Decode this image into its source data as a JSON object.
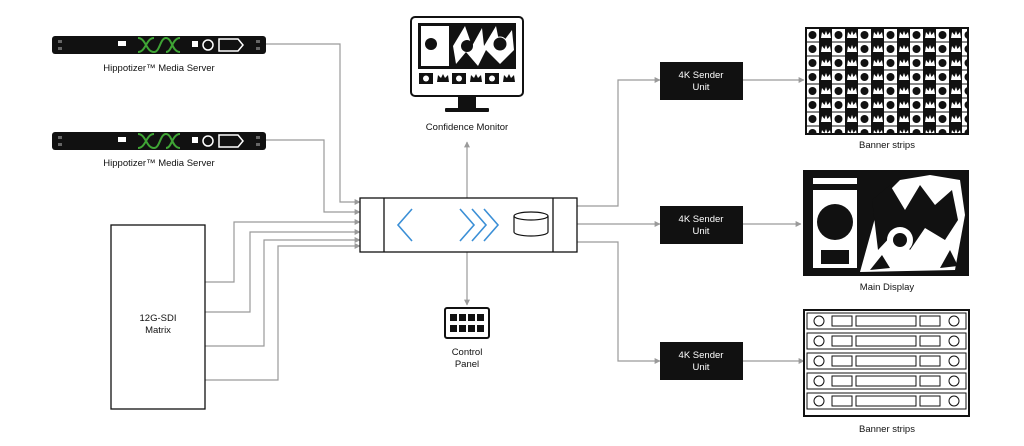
{
  "media_servers": [
    {
      "label": "Hippotizer™ Media Server"
    },
    {
      "label": "Hippotizer™ Media Server"
    }
  ],
  "matrix": {
    "label_line1": "12G-SDI",
    "label_line2": "Matrix"
  },
  "confidence_monitor": {
    "label": "Confidence Monitor"
  },
  "control_panel": {
    "label_line1": "Control",
    "label_line2": "Panel"
  },
  "sender_units": [
    {
      "line1": "4K Sender",
      "line2": "Unit"
    },
    {
      "line1": "4K Sender",
      "line2": "Unit"
    },
    {
      "line1": "4K Sender",
      "line2": "Unit"
    }
  ],
  "displays": [
    {
      "label": "Banner strips"
    },
    {
      "label": "Main Display"
    },
    {
      "label": "Banner strips"
    }
  ],
  "colors": {
    "wire": "#9a9a9a",
    "device": "#111111",
    "accent_green": "#3fa535",
    "accent_blue": "#3b8fd6"
  }
}
